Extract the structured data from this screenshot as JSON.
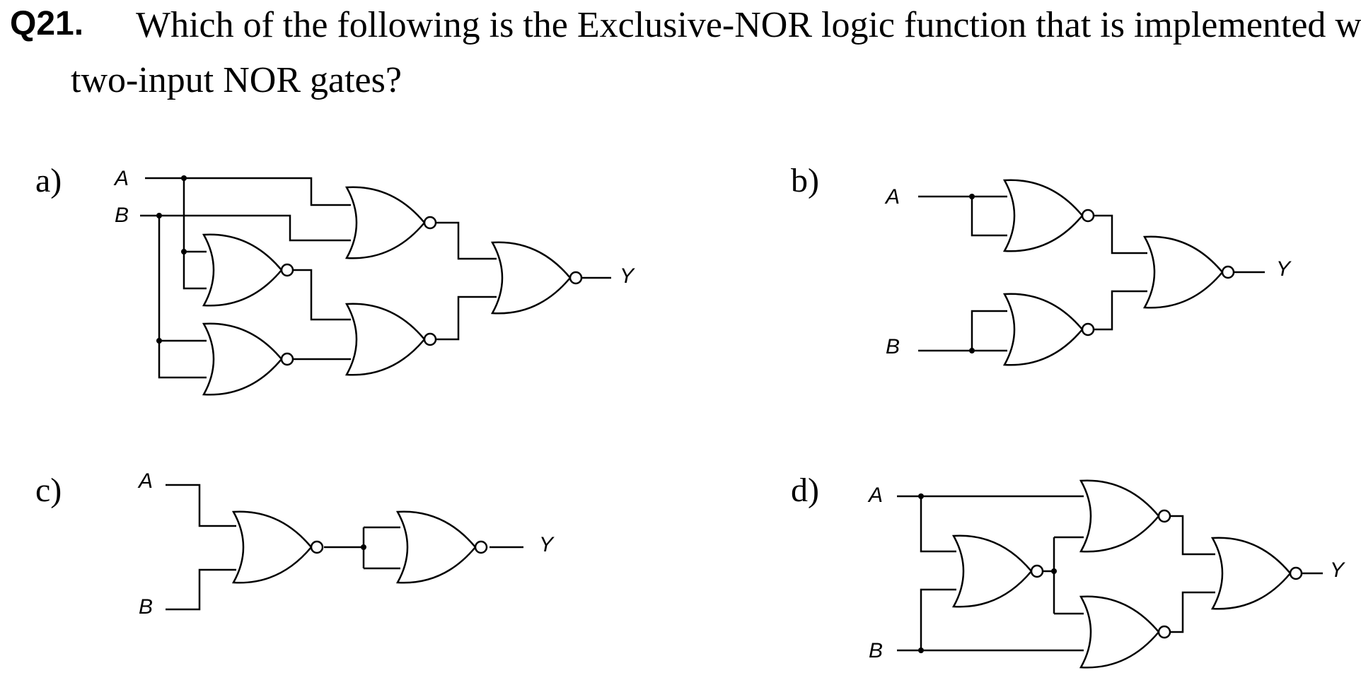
{
  "question": {
    "number": "Q21.",
    "text_line1": "Which of the following is the Exclusive-NOR logic function that is implemented with",
    "text_line2": "two-input NOR gates?"
  },
  "options": [
    {
      "label": "a)",
      "input_a": "A",
      "input_b": "B",
      "output": "Y"
    },
    {
      "label": "b)",
      "input_a": "A",
      "input_b": "B",
      "output": "Y"
    },
    {
      "label": "c)",
      "input_a": "A",
      "input_b": "B",
      "output": "Y"
    },
    {
      "label": "d)",
      "input_a": "A",
      "input_b": "B",
      "output": "Y"
    }
  ]
}
